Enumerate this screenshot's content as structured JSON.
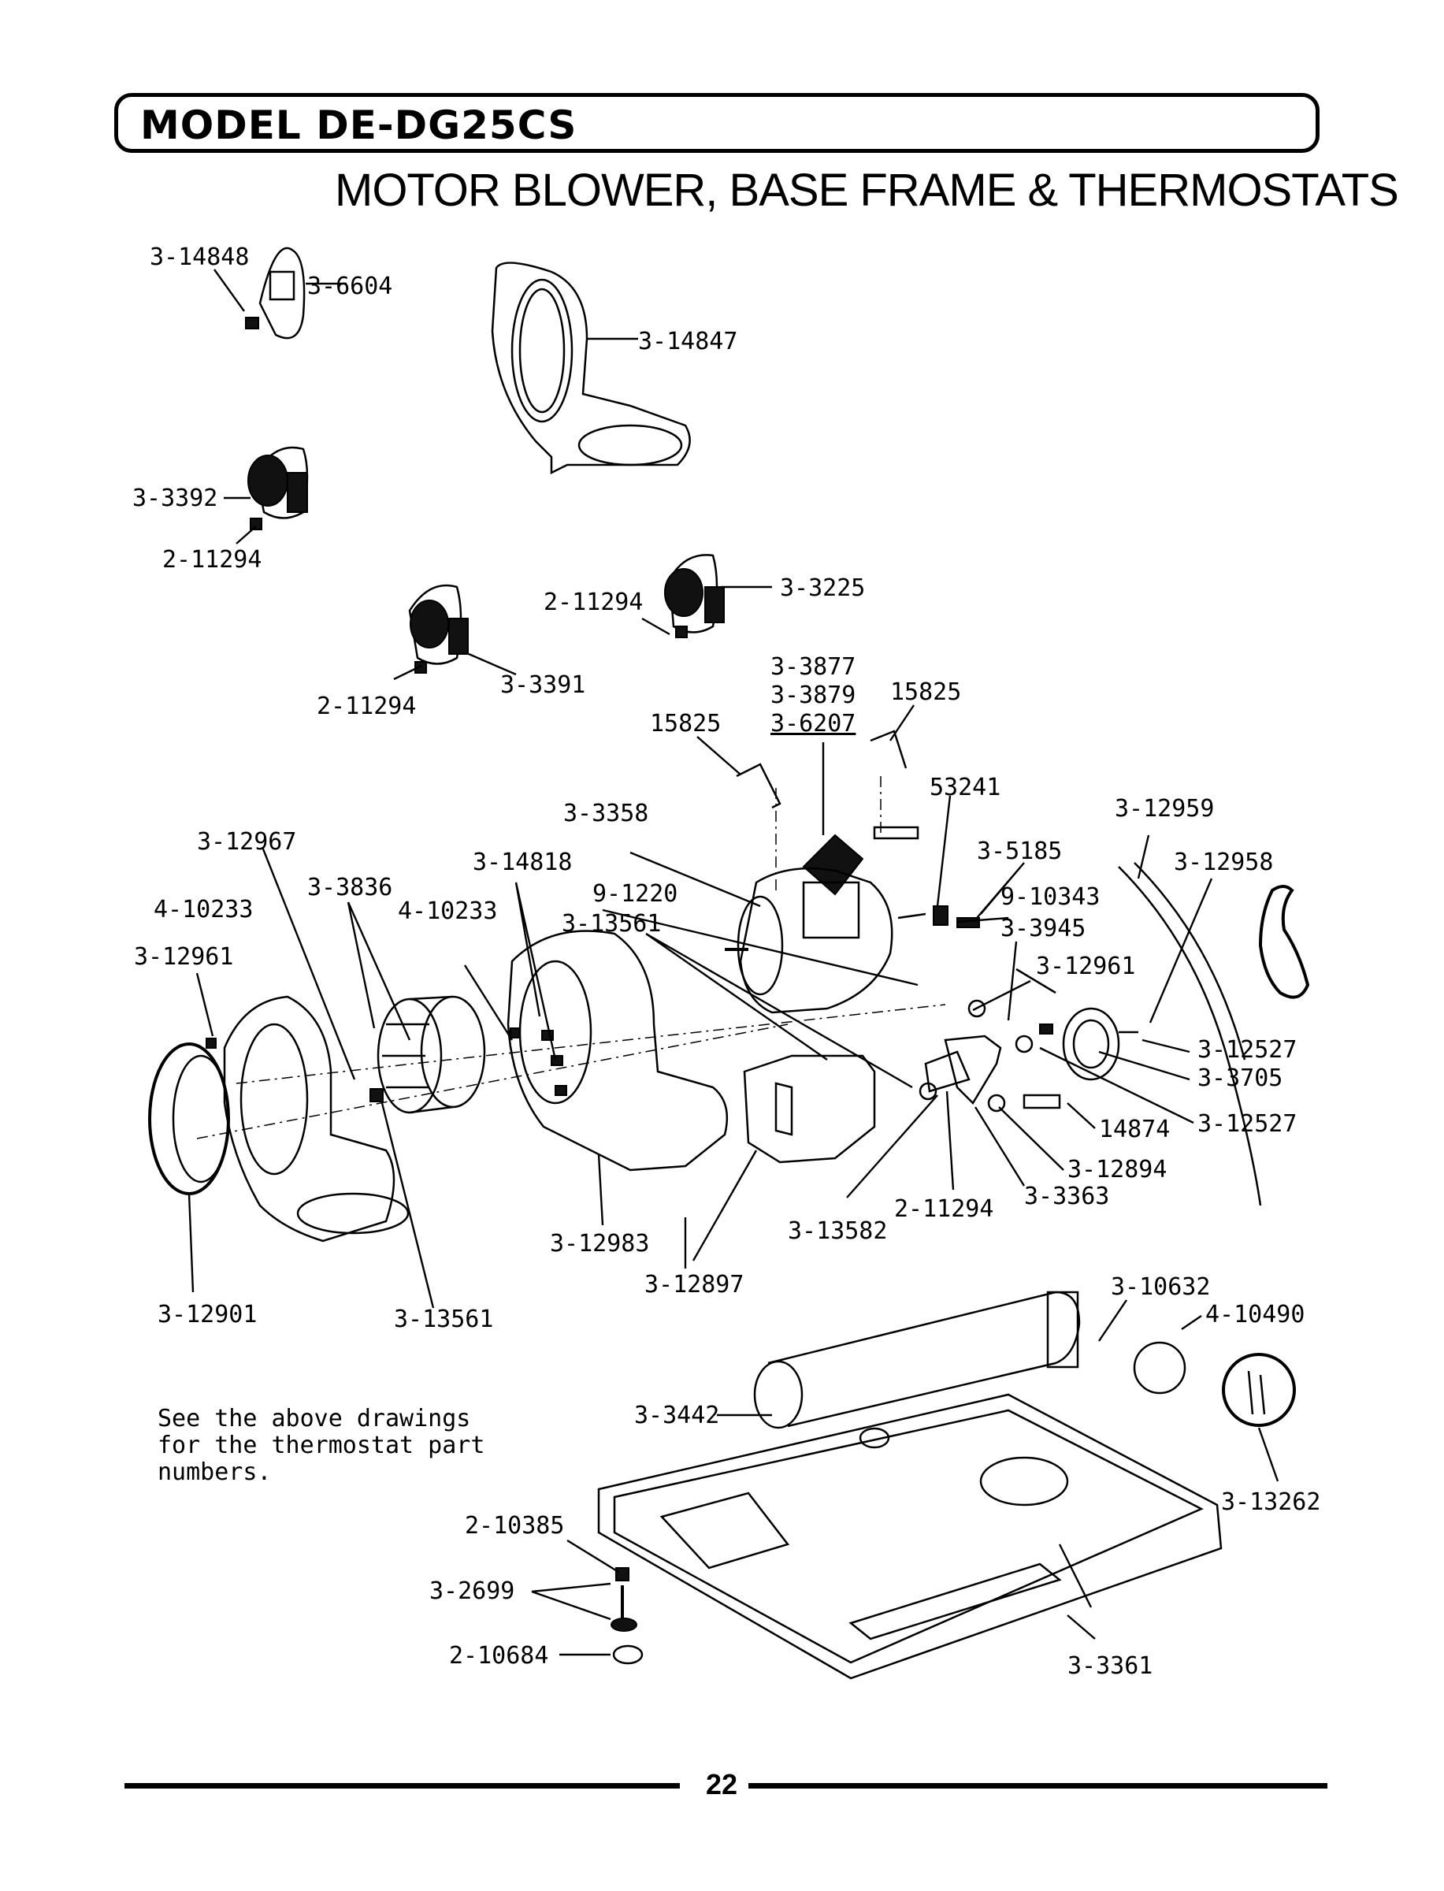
{
  "header": {
    "model": "MODEL DE-DG25CS",
    "title": "MOTOR BLOWER, BASE FRAME & THERMOSTATS"
  },
  "labels": [
    "3-14848",
    "3-6604",
    "3-14847",
    "3-3392",
    "2-11294",
    "2-11294",
    "3-3225",
    "3-3391",
    "2-11294",
    "3-3877",
    "3-3879",
    "3-6207",
    "15825",
    "15825",
    "53241",
    "3-3358",
    "3-12959",
    "3-12967",
    "3-14818",
    "3-5185",
    "3-12958",
    "3-3836",
    "9-1220",
    "9-10343",
    "4-10233",
    "4-10233",
    "3-13561",
    "3-3945",
    "3-12961",
    "3-12961",
    "3-12527",
    "3-3705",
    "14874",
    "3-12527",
    "3-12894",
    "3-3363",
    "2-11294",
    "3-13582",
    "3-12983",
    "3-12897",
    "3-12901",
    "3-13561",
    "3-10632",
    "4-10490",
    "3-3442",
    "3-13262",
    "2-10385",
    "3-2699",
    "2-10684",
    "3-3361"
  ],
  "note": {
    "line1": "See the above drawings",
    "line2": "for the thermostat part",
    "line3": "numbers."
  },
  "footer": {
    "page_number": "22"
  }
}
